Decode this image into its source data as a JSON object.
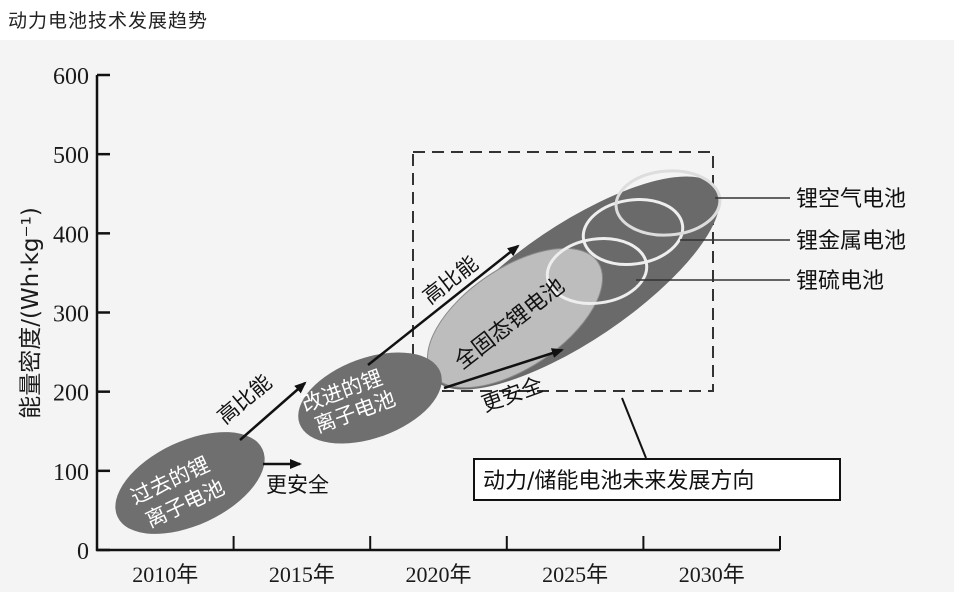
{
  "page": {
    "title": "动力电池技术发展趋势"
  },
  "chart_data": {
    "type": "diagram",
    "title": "动力电池技术发展趋势",
    "ylabel": "能量密度/(Wh·kg⁻¹)",
    "ylim": [
      0,
      600
    ],
    "yticks": [
      "0",
      "100",
      "200",
      "300",
      "400",
      "500",
      "600"
    ],
    "xlabel": "",
    "xticks": [
      "2010年",
      "2015年",
      "2020年",
      "2025年",
      "2030年"
    ],
    "colors": {
      "past_battery": "#6f6f6f",
      "improved_battery": "#6f6f6f",
      "solid_state": "#bdbdbd",
      "future_group": "#6a6a6a",
      "rings": "#e8e8e8"
    },
    "nodes": [
      {
        "id": "past",
        "label_line1": "过去的锂",
        "label_line2": "离子电池",
        "period": "2010年",
        "energy_density_range": [
          30,
          140
        ]
      },
      {
        "id": "improved",
        "label_line1": "改进的锂",
        "label_line2": "离子电池",
        "period": "2015年–2020年",
        "energy_density_range": [
          150,
          240
        ]
      },
      {
        "id": "solid_state",
        "label": "全固态锂电池",
        "period": "2020年–2025年",
        "energy_density_range": [
          200,
          370
        ]
      },
      {
        "id": "li_s",
        "label": "锂硫电池",
        "energy_density_approx": 350
      },
      {
        "id": "li_metal",
        "label": "锂金属电池",
        "energy_density_approx": 400
      },
      {
        "id": "li_air",
        "label": "锂空气电池",
        "energy_density_approx": 450
      }
    ],
    "arrows": [
      {
        "from": "past",
        "to": "improved",
        "label": "高比能"
      },
      {
        "from": "past",
        "to": "improved",
        "label": "更安全"
      },
      {
        "from": "improved",
        "to": "future",
        "label": "高比能"
      },
      {
        "from": "improved",
        "to": "future",
        "label": "更安全"
      }
    ],
    "dashed_region": {
      "x_range": [
        "2020年",
        "2030年"
      ],
      "y_range": [
        200,
        500
      ]
    },
    "callout": "动力/储能电池未来发展方向",
    "legend": [
      "锂空气电池",
      "锂金属电池",
      "锂硫电池"
    ]
  }
}
